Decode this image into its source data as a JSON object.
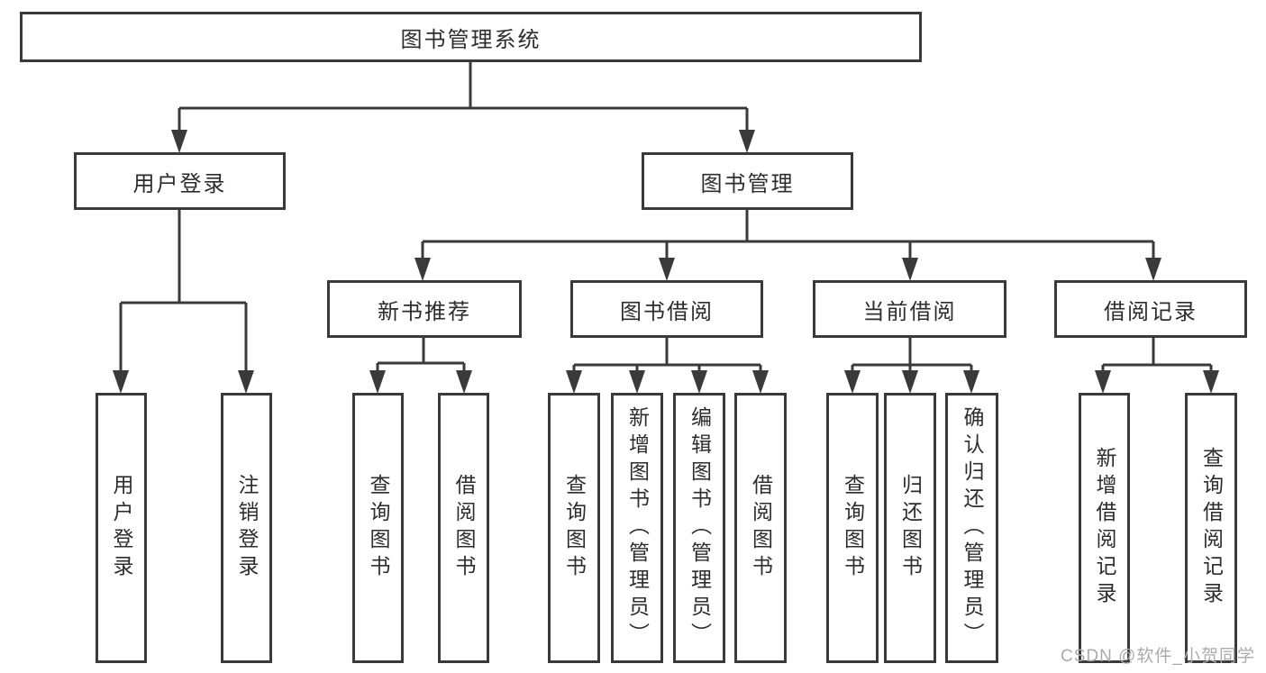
{
  "diagram": {
    "root": {
      "label": "图书管理系统",
      "children": [
        {
          "label": "用户登录",
          "children": [
            {
              "label": "用户登录"
            },
            {
              "label": "注销登录"
            }
          ]
        },
        {
          "label": "图书管理",
          "children": [
            {
              "label": "新书推荐",
              "children": [
                {
                  "label": "查询图书"
                },
                {
                  "label": "借阅图书"
                }
              ]
            },
            {
              "label": "图书借阅",
              "children": [
                {
                  "label": "查询图书"
                },
                {
                  "label": "新增图书（管理员）"
                },
                {
                  "label": "编辑图书（管理员）"
                },
                {
                  "label": "借阅图书"
                }
              ]
            },
            {
              "label": "当前借阅",
              "children": [
                {
                  "label": "查询图书"
                },
                {
                  "label": "归还图书"
                },
                {
                  "label": "确认归还（管理员）"
                }
              ]
            },
            {
              "label": "借阅记录",
              "children": [
                {
                  "label": "新增借阅记录"
                },
                {
                  "label": "查询借阅记录"
                }
              ]
            }
          ]
        }
      ]
    }
  },
  "watermark": {
    "text": "CSDN @软件_小贺同学"
  },
  "colors": {
    "line": "#3a3a3a",
    "box_border": "#3a3a3a",
    "text": "#2d2d2d",
    "watermark": "#ababab",
    "background": "#ffffff"
  }
}
